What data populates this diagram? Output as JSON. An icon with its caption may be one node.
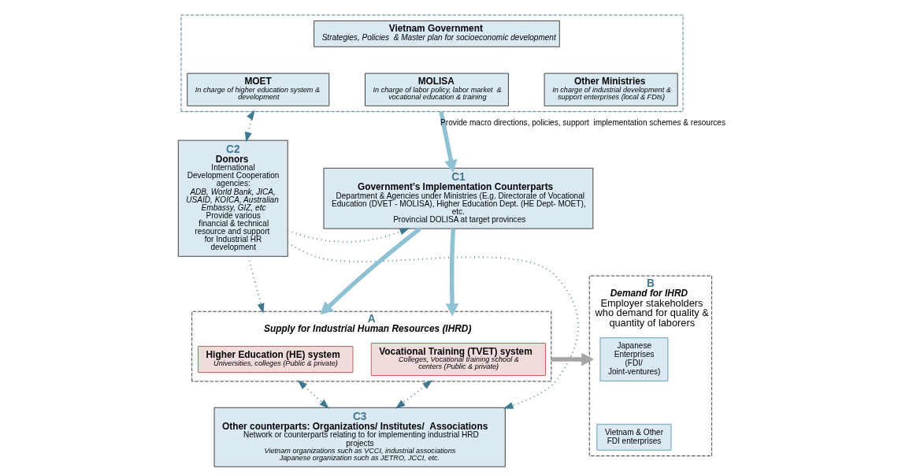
{
  "diagram": {
    "nodes": [
      {
        "text": [],
        "shape": "box"
      },
      {
        "text": [
          "Vietnam Government",
          "Strategies, Policies  & Master plan for socioeconomic development"
        ],
        "in": 0
      },
      {
        "text": [
          "MOET",
          "In charge of higher education system &  development"
        ],
        "in": 0
      },
      {
        "text": [
          "MOLISA",
          "In charge of labor policy, labor market  & vocational education & training"
        ],
        "in": 0
      },
      {
        "text": [
          "Other Ministries",
          "In charge of industrial development & support enterprises (local & FDIs)"
        ],
        "in": 0
      },
      {
        "text": [
          "C2",
          "Donors",
          "International Development Cooperation agencies:",
          "ADB, World Bank, JICA, USAID, KOICA, Australian Embassy, GIZ, etc",
          "Provide various financial & technical resource and support  for Industrial HR development"
        ]
      },
      {
        "text": [
          "C1",
          "Government’s Implementation Counterparts",
          "Department & Agencies under Ministries (E.g. Directorate of Vocational Education (DVET - MOLISA), Higher Education Dept. (HE Dept- MOET), etc.",
          "Provincial DOLISA at target provinces"
        ]
      },
      {
        "text": [
          "A",
          "Supply for Industrial Human Resources (IHRD)"
        ]
      },
      {
        "text": [
          "Higher Education (HE) system",
          "Universities, colleges (Public & private)"
        ],
        "in": 7
      },
      {
        "text": [
          "Vocational Training (TVET) system",
          "Colleges, Vocational training school & centers (Public & private)"
        ],
        "in": 7
      },
      {
        "text": [
          "C3",
          "Other counterparts: Organizations/ Institutes/  Associations",
          "Network or counterparts relating to for implementing industrial HRD projects",
          "Vietnam organizations such as VCCI, industrial associations",
          "Japanese organization such as JETRO, JCCI, etc."
        ]
      },
      {
        "text": [
          "B",
          "Demand for IHRD",
          "Employer stakeholders who demand for quality & quantity of laborers"
        ]
      },
      {
        "text": [
          "Japanese Enterprises (FDI/ Joint-ventures)"
        ],
        "in": 11
      },
      {
        "text": [
          "Vietnam & Other FDI enterprises"
        ],
        "in": 11
      }
    ],
    "edges": [
      {
        "from": 5,
        "to": 0,
        "arrow": "both",
        "style": "dashed"
      },
      {
        "from": 0,
        "to": 6,
        "arrow": "to",
        "style": "thick",
        "label": "Provide macro directions, policies, support  implementation schemes & resources"
      },
      {
        "from": 5,
        "to": 6,
        "arrow": "to",
        "style": "dashed"
      },
      {
        "from": 5,
        "to": 7,
        "arrow": "to",
        "style": "dashed"
      },
      {
        "from": 5,
        "to": 10,
        "arrow": "to",
        "style": "dashed"
      },
      {
        "from": 6,
        "to": 8,
        "arrow": "to",
        "style": "thick"
      },
      {
        "from": 6,
        "to": 9,
        "arrow": "to",
        "style": "thick"
      },
      {
        "from": 8,
        "to": 10,
        "arrow": "both",
        "style": "dashed"
      },
      {
        "from": 9,
        "to": 10,
        "arrow": "both",
        "style": "dashed"
      },
      {
        "from": 7,
        "to": 11,
        "arrow": "to",
        "style": "thick",
        "color": "#a6a6a6"
      }
    ]
  }
}
